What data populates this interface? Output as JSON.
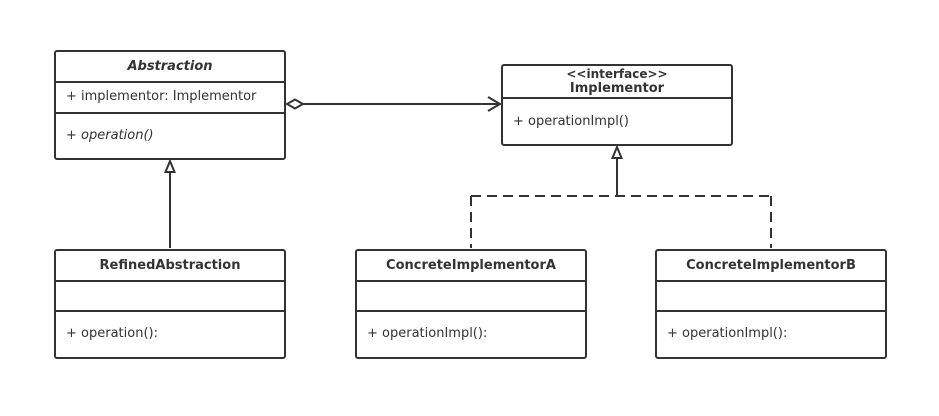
{
  "classes": {
    "abstraction": {
      "name": "Abstraction",
      "attributes": [
        "+ implementor: Implementor"
      ],
      "operations": [
        "+ operation()"
      ]
    },
    "implementor": {
      "stereotype": "<<interface>>",
      "name": "Implementor",
      "operations": [
        "+ operationImpl()"
      ]
    },
    "refined_abstraction": {
      "name": "RefinedAbstraction",
      "operations": [
        "+ operation():"
      ]
    },
    "concrete_a": {
      "name": "ConcreteImplementorA",
      "operations": [
        "+ operationImpl():"
      ]
    },
    "concrete_b": {
      "name": "ConcreteImplementorB",
      "operations": [
        "+ operationImpl():"
      ]
    }
  },
  "relationships": [
    {
      "type": "aggregation",
      "from": "Abstraction",
      "to": "Implementor"
    },
    {
      "type": "generalization",
      "from": "RefinedAbstraction",
      "to": "Abstraction"
    },
    {
      "type": "realization",
      "from": "ConcreteImplementorA",
      "to": "Implementor"
    },
    {
      "type": "realization",
      "from": "ConcreteImplementorB",
      "to": "Implementor"
    }
  ],
  "colors": {
    "stroke": "#333333",
    "background": "#ffffff"
  }
}
